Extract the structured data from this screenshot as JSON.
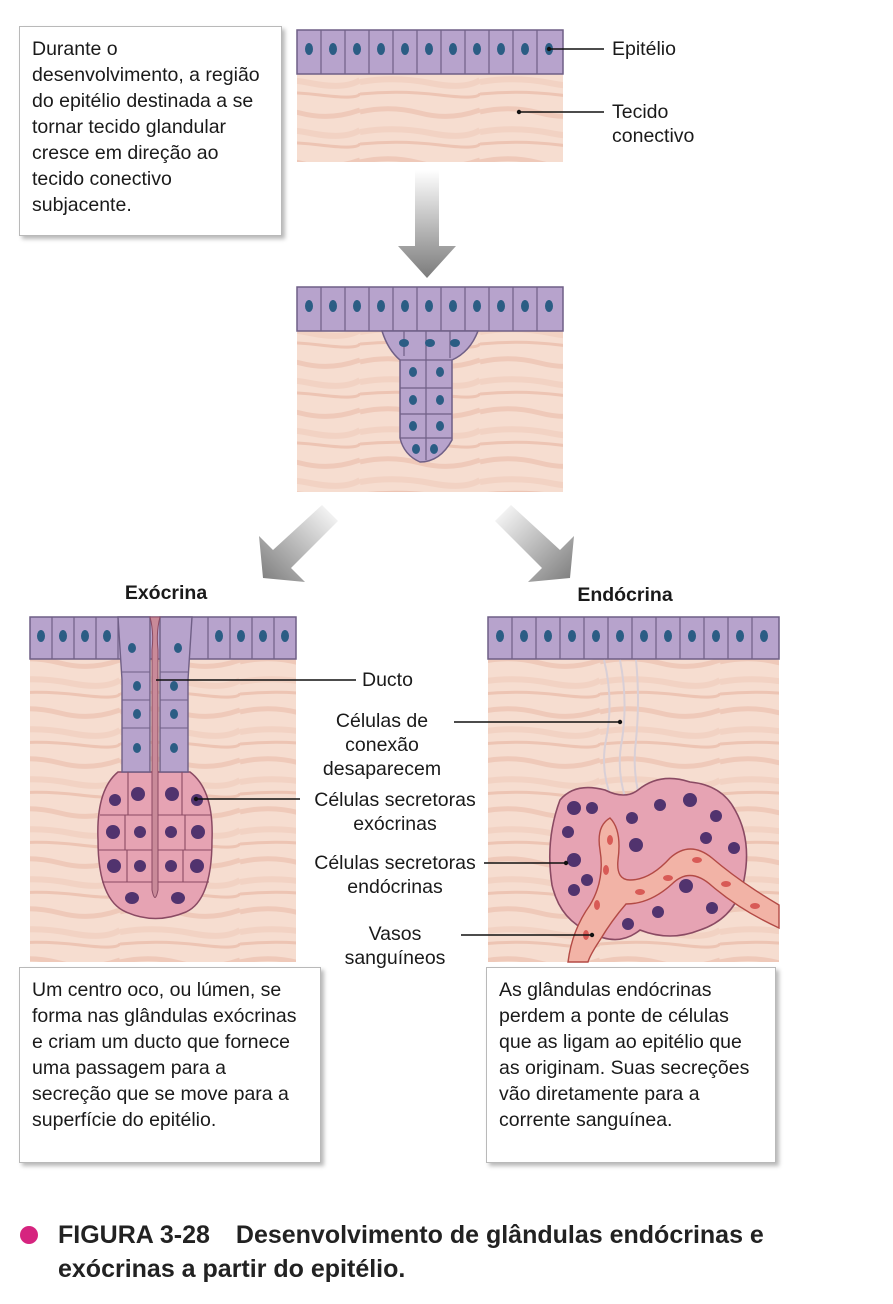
{
  "step1": {
    "text": "Durante o desenvolvimento, a região do epitélio destinada a se tornar tecido glandular cresce em direção ao tecido conectivo subjacente.",
    "label_epithelium": "Epitélio",
    "label_connective": "Tecido conectivo"
  },
  "exocrine": {
    "title": "Exócrina",
    "label_duct": "Ducto",
    "label_secretory": "Células secretoras exócrinas",
    "text": "Um centro oco, ou lúmen, se forma nas glândulas exócrinas e criam um ducto que fornece uma passagem para a secreção que se move para a superfície do epitélio."
  },
  "endocrine": {
    "title": "Endócrina",
    "label_connecting": "Células de conexão desaparecem",
    "label_secretory": "Células secretoras endócrinas",
    "label_vessels": "Vasos sanguíneos",
    "text": "As glândulas endócrinas perdem a ponte de células que as ligam ao epitélio que as originam. Suas secreções vão diretamente para a corrente sanguínea."
  },
  "caption": {
    "number": "FIGURA 3-28",
    "title": "Desenvolvimento de glândulas endócrinas e exócrinas a partir do epitélio."
  },
  "colors": {
    "epithelium": "#b7a3cc",
    "nucleus": "#2b5d84",
    "connective": "#f6ddd0",
    "secretory": "#e6a3b3",
    "secretory_nucleus": "#51336e",
    "blood": "#d85a56"
  }
}
